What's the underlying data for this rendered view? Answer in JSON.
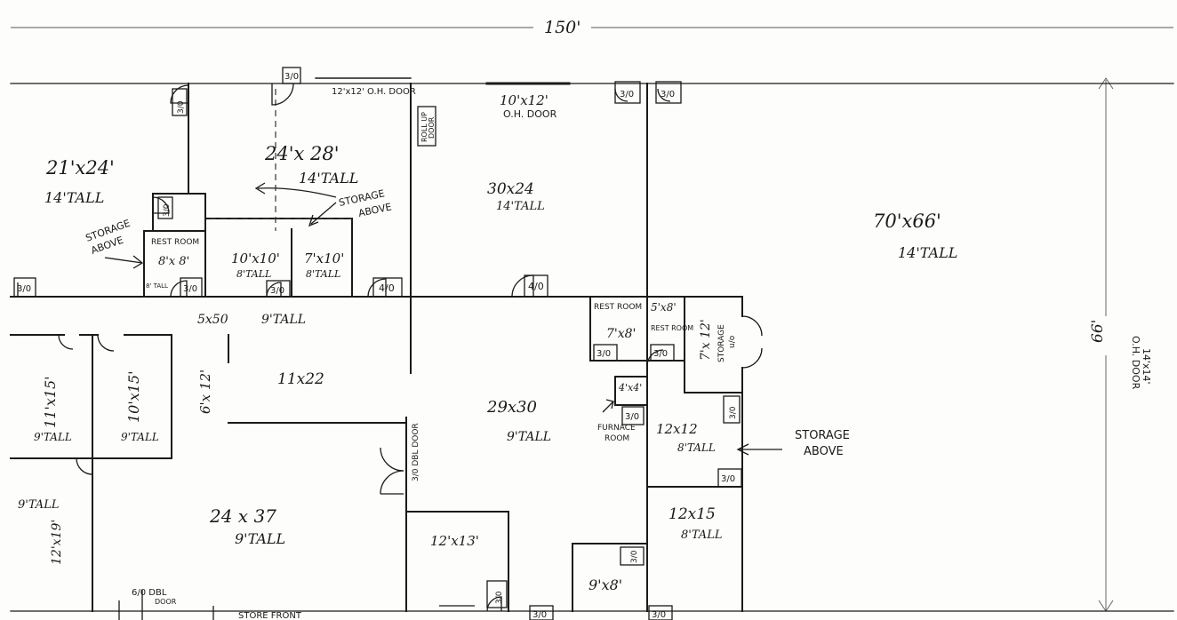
{
  "dimensions": {
    "overall_width": "150'",
    "overall_depth": "66'"
  },
  "rooms": [
    {
      "id": "r1",
      "size": "21'x24'",
      "height": "14'TALL"
    },
    {
      "id": "r2",
      "size": "24'x 28'",
      "height": "14'TALL"
    },
    {
      "id": "r3",
      "size": "30x24",
      "height": "14'TALL"
    },
    {
      "id": "r4",
      "size": "70'x66'",
      "height": "14'TALL"
    },
    {
      "id": "r5",
      "name": "REST ROOM",
      "size": "8'x 8'",
      "height": "8' TALL"
    },
    {
      "id": "r6",
      "size": "10'x10'",
      "height": "8'TALL"
    },
    {
      "id": "r7",
      "size": "7'x10'",
      "height": "8'TALL"
    },
    {
      "id": "r8",
      "size": "5x50",
      "height": "9'TALL"
    },
    {
      "id": "r9",
      "size": "11x22"
    },
    {
      "id": "r10",
      "size": "6'x 12'"
    },
    {
      "id": "r11",
      "size": "11'x15'",
      "height": "9'TALL"
    },
    {
      "id": "r12",
      "size": "10'x15'",
      "height": "9'TALL"
    },
    {
      "id": "r13",
      "size": "29x30",
      "height": "9'TALL"
    },
    {
      "id": "r14",
      "name": "REST ROOM",
      "size": "7'x8'"
    },
    {
      "id": "r15",
      "name": "REST ROOM",
      "size": "5'x8'"
    },
    {
      "id": "r16",
      "size": "7'x 12'",
      "name": "STORAGE",
      "extra": "u/o"
    },
    {
      "id": "r17",
      "size": "4'x4'"
    },
    {
      "id": "r18",
      "size": "12x12",
      "height": "8'TALL"
    },
    {
      "id": "r19",
      "size": "24 x 37",
      "height": "9'TALL"
    },
    {
      "id": "r20",
      "size": "12'x19'",
      "height": "9'TALL"
    },
    {
      "id": "r21",
      "size": "12'x13'"
    },
    {
      "id": "r22",
      "size": "12x15",
      "height": "8'TALL"
    },
    {
      "id": "r23",
      "size": "9'x8'"
    }
  ],
  "doors": {
    "d30": "3/0",
    "d40": "4/0",
    "oh_12": "12'x12' O.H. DOOR",
    "oh_10_line1": "10'x12'",
    "oh_10_line2": "O.H. DOOR",
    "oh_14_line1": "14'x14'",
    "oh_14_line2": "O.H. DOOR",
    "roll_up_line1": "ROLL UP",
    "roll_up_line2": "DOOR",
    "dbl_30": "3/0 DBL DOOR",
    "dbl_60_line1": "6/0 DBL",
    "dbl_60_line2": "DOOR",
    "store_front": "STORE FRONT"
  },
  "annotations": {
    "storage_above_1_line1": "STORAGE",
    "storage_above_1_line2": "ABOVE",
    "storage_above_2_line1": "STORAGE",
    "storage_above_2_line2": "ABOVE",
    "storage_above_3_line1": "STORAGE",
    "storage_above_3_line2": "ABOVE",
    "furnace_line1": "FURNACE",
    "furnace_line2": "ROOM"
  }
}
